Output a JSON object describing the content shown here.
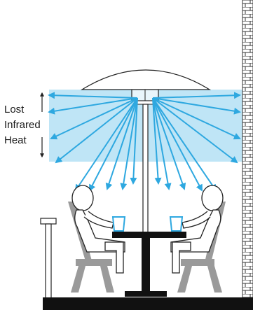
{
  "annotation": {
    "lines": [
      "Lost",
      "Infrared",
      "Heat"
    ]
  },
  "colors": {
    "lost_heat_band": "#bfe5f6",
    "ray": "#2ea8e0",
    "outline": "#222222",
    "chair": "#9a9a9a",
    "ground": "#111111",
    "brick": "#333333",
    "glass": "#2ea8e0"
  },
  "icons": {
    "heater": "patio-heater-icon",
    "people": "seated-person-icon",
    "glass": "drinking-glass-icon",
    "wall": "brick-wall-icon"
  }
}
